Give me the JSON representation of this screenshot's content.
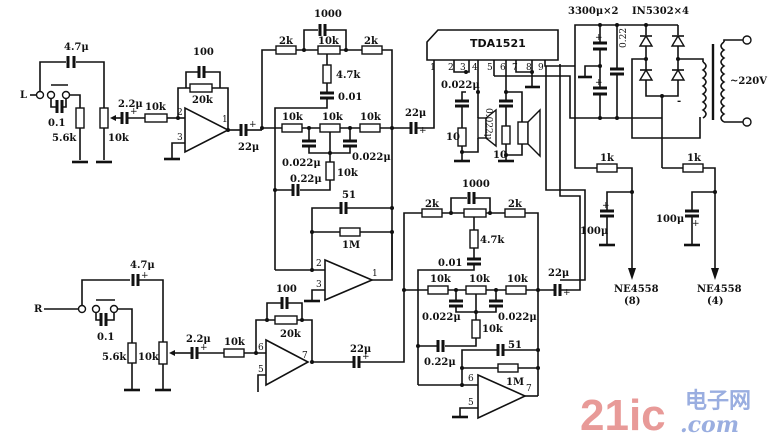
{
  "diagram": {
    "title": "TDA1521 stereo amplifier with NE4558 tone control",
    "channels": {
      "left": {
        "input_label": "L",
        "input_cap_bypass": "4.7μ",
        "selector_cap": "0.1",
        "selector_resistor": "5.6k",
        "volume_pot": "10k",
        "coupling_cap": "2.2μ",
        "input_resistor": "10k",
        "preamp_feedback_cap": "100",
        "preamp_feedback_resistor": "20k",
        "preamp_pins": {
          "inv": "2",
          "noninv": "3",
          "out": "1"
        },
        "preamp_output_cap": "22μ",
        "tone": {
          "treble_cap": "1000",
          "treble_r_left": "2k",
          "treble_pot": "10k",
          "treble_r_right": "2k",
          "treble_series_r": "4.7k",
          "treble_series_c": "0.01",
          "bass_r_left": "10k",
          "bass_pot": "10k",
          "bass_r_right": "10k",
          "bass_cap_left": "0.022μ",
          "bass_cap_right": "0.022μ",
          "bass_r_bottom": "10k",
          "bass_c_bottom": "0.22μ",
          "fb_cap": "51",
          "fb_resistor": "1M",
          "amp_pins": {
            "inv": "2",
            "noninv": "3",
            "out": "1"
          },
          "output_cap": "22μ"
        }
      },
      "right": {
        "input_label": "R",
        "input_cap_bypass": "4.7μ",
        "selector_cap": "0.1",
        "selector_resistor": "5.6k",
        "volume_pot": "10k",
        "coupling_cap": "2.2μ",
        "input_resistor": "10k",
        "preamp_feedback_cap": "100",
        "preamp_feedback_resistor": "20k",
        "preamp_pins": {
          "inv": "6",
          "noninv": "5",
          "out": "7"
        },
        "preamp_output_cap": "22μ",
        "tone": {
          "treble_cap": "1000",
          "treble_r_left": "2k",
          "treble_pot": "10k",
          "treble_r_right": "2k",
          "treble_series_r": "4.7k",
          "treble_series_c": "0.01",
          "bass_r_left": "10k",
          "bass_pot": "10k",
          "bass_r_right": "10k",
          "bass_cap_left": "0.022μ",
          "bass_cap_right": "0.022μ",
          "bass_r_bottom": "10k",
          "bass_c_bottom": "0.22μ",
          "fb_cap": "51",
          "fb_resistor": "1M",
          "amp_pins": {
            "inv": "6",
            "noninv": "5",
            "out": "7"
          },
          "output_cap": "22μ"
        }
      }
    },
    "power_amp": {
      "chip": "TDA1521",
      "pins": [
        "1",
        "2",
        "3",
        "4",
        "5",
        "6",
        "7",
        "8",
        "9"
      ],
      "zobel_cap_left": "0.022μ",
      "zobel_r_left": "10",
      "zobel_cap_right": "0.022μ",
      "zobel_r_right": "10"
    },
    "power_supply": {
      "filter_caps": "3300μ×2",
      "bypass_cap": "0.22",
      "rectifier": "IN5302×4",
      "mains": "~220V",
      "rail_r_pos": "1k",
      "rail_c_pos": "100μ",
      "rail_r_neg": "1k",
      "rail_c_neg": "100μ",
      "rail_pos_target": "NE4558",
      "rail_pos_pin": "(8)",
      "rail_neg_target": "NE4558",
      "rail_neg_pin": "(4)"
    },
    "watermark": {
      "brand": "21ic",
      "cn": "电子网",
      "domain": ".com"
    }
  }
}
